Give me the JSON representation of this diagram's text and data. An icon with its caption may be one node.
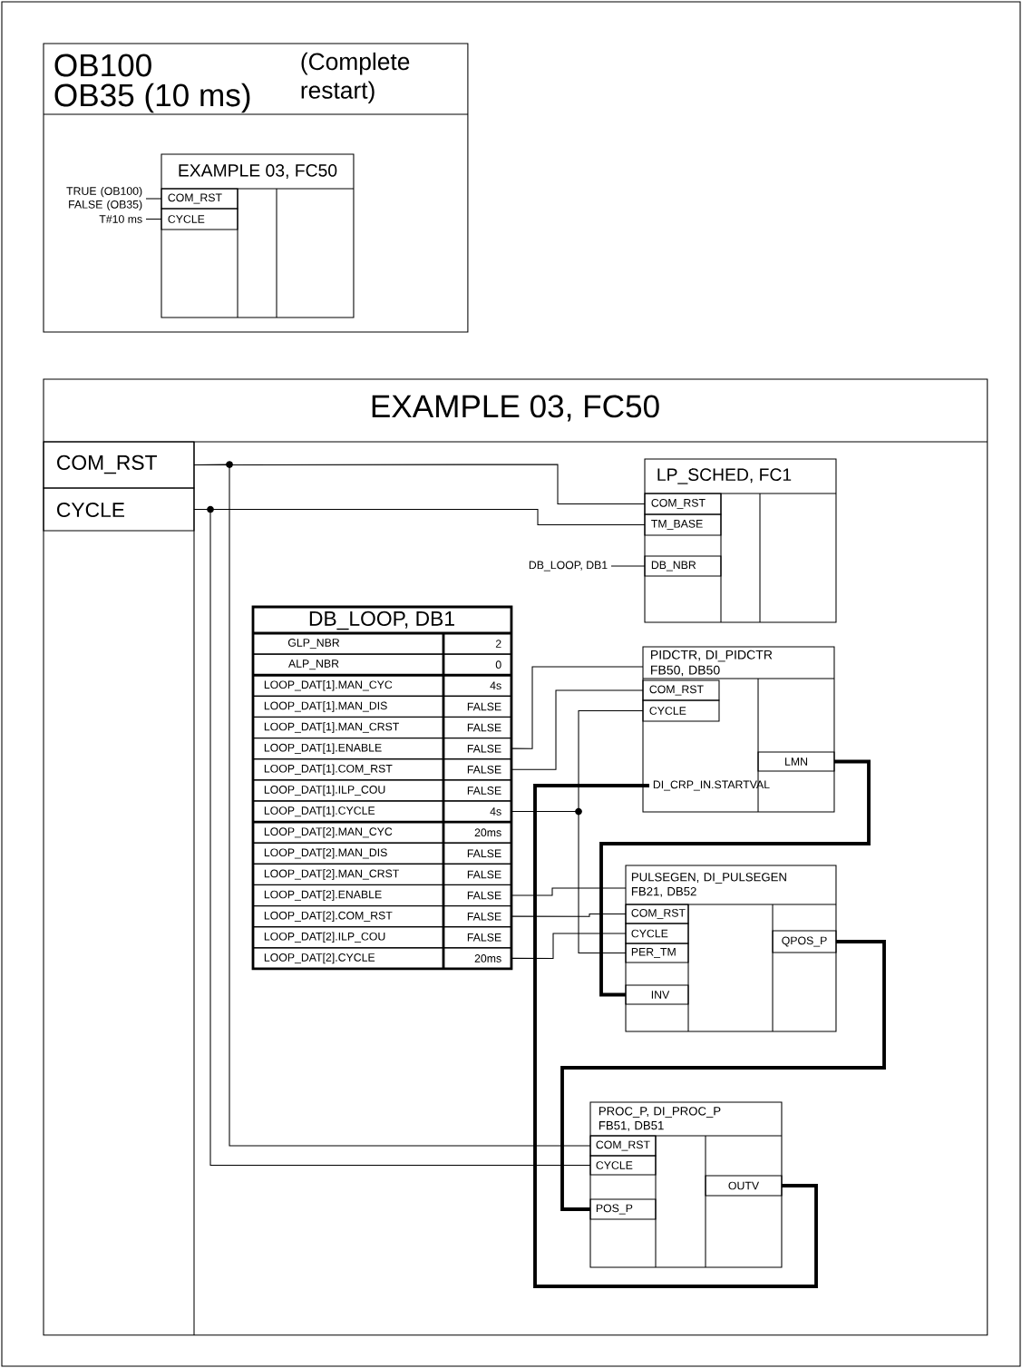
{
  "diagram": {
    "nodes": [
      {
        "text": [
          "OB100",
          "OB35 (10 ms)",
          "(Complete restart)"
        ]
      },
      {
        "text": [
          "EXAMPLE 03, FC50"
        ],
        "in": 0
      },
      {
        "text": [
          "COM_RST"
        ],
        "in": 1
      },
      {
        "text": [
          "CYCLE"
        ],
        "in": 1
      },
      {
        "text": [
          "TRUE (OB100) FALSE (OB35)"
        ],
        "in": 0
      },
      {
        "text": [
          "T#10 ms"
        ],
        "in": 0
      },
      {
        "text": [
          "EXAMPLE 03, FC50"
        ]
      },
      {
        "text": [
          "COM_RST"
        ],
        "in": 6
      },
      {
        "text": [
          "CYCLE"
        ],
        "in": 6
      },
      {
        "text": [
          "LP_SCHED, FC1"
        ],
        "in": 6
      },
      {
        "text": [
          "COM_RST"
        ],
        "in": 9
      },
      {
        "text": [
          "TM_BASE"
        ],
        "in": 9
      },
      {
        "text": [
          "DB_NBR"
        ],
        "in": 9
      },
      {
        "text": [
          "DB_LOOP, DB1"
        ],
        "in": 6
      },
      {
        "text": [
          "DB_LOOP, DB1"
        ],
        "in": 6
      },
      {
        "text": [
          "GLP_NBR",
          "2"
        ],
        "in": 14
      },
      {
        "text": [
          "ALP_NBR",
          "0"
        ],
        "in": 14
      },
      {
        "text": [
          "LOOP_DAT[1].MAN_CYC",
          "4s"
        ],
        "in": 14
      },
      {
        "text": [
          "LOOP_DAT[1].MAN_DIS",
          "FALSE"
        ],
        "in": 14
      },
      {
        "text": [
          "LOOP_DAT[1].MAN_CRST",
          "FALSE"
        ],
        "in": 14
      },
      {
        "text": [
          "LOOP_DAT[1].ENABLE",
          "FALSE"
        ],
        "in": 14
      },
      {
        "text": [
          "LOOP_DAT[1].COM_RST",
          "FALSE"
        ],
        "in": 14
      },
      {
        "text": [
          "LOOP_DAT[1].ILP_COU",
          "FALSE"
        ],
        "in": 14
      },
      {
        "text": [
          "LOOP_DAT[1].CYCLE",
          "4s"
        ],
        "in": 14
      },
      {
        "text": [
          "LOOP_DAT[2].MAN_CYC",
          "20ms"
        ],
        "in": 14
      },
      {
        "text": [
          "LOOP_DAT[2].MAN_DIS",
          "FALSE"
        ],
        "in": 14
      },
      {
        "text": [
          "LOOP_DAT[2].MAN_CRST",
          "FALSE"
        ],
        "in": 14
      },
      {
        "text": [
          "LOOP_DAT[2].ENABLE",
          "FALSE"
        ],
        "in": 14
      },
      {
        "text": [
          "LOOP_DAT[2].COM_RST",
          "FALSE"
        ],
        "in": 14
      },
      {
        "text": [
          "LOOP_DAT[2].ILP_COU",
          "FALSE"
        ],
        "in": 14
      },
      {
        "text": [
          "LOOP_DAT[2].CYCLE",
          "20ms"
        ],
        "in": 14
      },
      {
        "text": [
          "PIDCTR, DI_PIDCTR FB50, DB50"
        ],
        "in": 6
      },
      {
        "text": [
          "COM_RST"
        ],
        "in": 31
      },
      {
        "text": [
          "CYCLE"
        ],
        "in": 31
      },
      {
        "text": [
          "LMN"
        ],
        "in": 31
      },
      {
        "text": [
          "DI_CRP_IN.STARTVAL"
        ],
        "in": 31
      },
      {
        "text": [
          "PULSEGEN, DI_PULSEGEN FB21, DB52"
        ],
        "in": 6
      },
      {
        "text": [
          "COM_RST"
        ],
        "in": 36
      },
      {
        "text": [
          "CYCLE"
        ],
        "in": 36
      },
      {
        "text": [
          "PER_TM"
        ],
        "in": 36
      },
      {
        "text": [
          "INV"
        ],
        "in": 36
      },
      {
        "text": [
          "QPOS_P"
        ],
        "in": 36
      },
      {
        "text": [
          "PROC_P, DI_PROC_P FB51, DB51"
        ],
        "in": 6
      },
      {
        "text": [
          "COM_RST"
        ],
        "in": 42
      },
      {
        "text": [
          "CYCLE"
        ],
        "in": 42
      },
      {
        "text": [
          "POS_P"
        ],
        "in": 42
      },
      {
        "text": [
          "OUTV"
        ],
        "in": 42
      }
    ],
    "edges": [
      {
        "from": 4,
        "to": 2,
        "arrow": "none"
      },
      {
        "from": 5,
        "to": 3,
        "arrow": "none"
      },
      {
        "from": 7,
        "to": 10,
        "arrow": "none"
      },
      {
        "from": 7,
        "to": 43,
        "arrow": "none"
      },
      {
        "from": 8,
        "to": 11,
        "arrow": "none"
      },
      {
        "from": 8,
        "to": 44,
        "arrow": "none"
      },
      {
        "from": 13,
        "to": 12,
        "arrow": "none"
      },
      {
        "from": 20,
        "to": 31,
        "arrow": "none"
      },
      {
        "from": 21,
        "to": 32,
        "arrow": "none"
      },
      {
        "from": 23,
        "to": 33,
        "arrow": "none"
      },
      {
        "from": 23,
        "to": 39,
        "arrow": "none"
      },
      {
        "from": 27,
        "to": 36,
        "arrow": "none"
      },
      {
        "from": 28,
        "to": 37,
        "arrow": "none"
      },
      {
        "from": 30,
        "to": 38,
        "arrow": "none"
      },
      {
        "from": 34,
        "to": 40,
        "arrow": "none",
        "style": "thick"
      },
      {
        "from": 41,
        "to": 45,
        "arrow": "none",
        "style": "thick"
      },
      {
        "from": 46,
        "to": 35,
        "arrow": "none",
        "style": "thick"
      }
    ]
  }
}
